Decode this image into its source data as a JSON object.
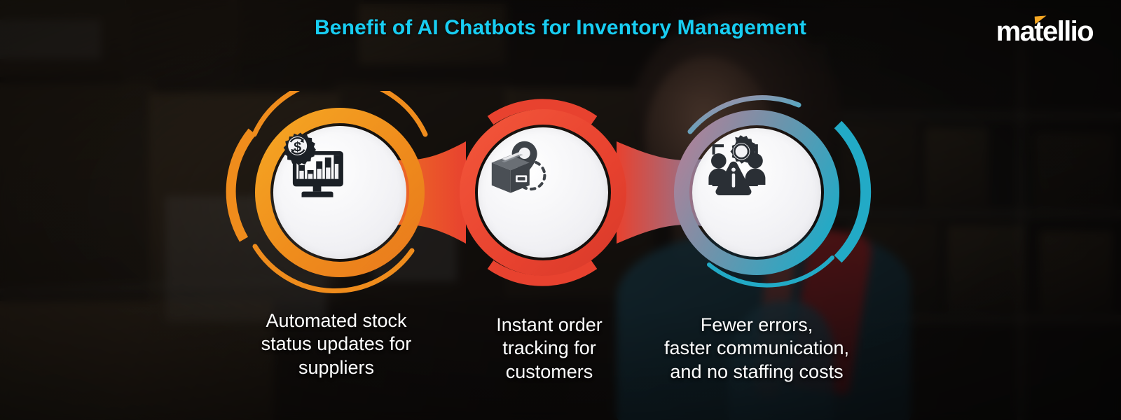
{
  "header": {
    "title": "Benefit of AI Chatbots for Inventory Management",
    "title_color": "#18cdf2",
    "logo_text": "matellio",
    "logo_accent_color": "#f5a623"
  },
  "background": {
    "scene": "dark-warehouse-shelves-with-cardboard-boxes-and-worker",
    "base_color": "#15110e"
  },
  "steps": [
    {
      "index": 1,
      "icon": "stock-analytics-monitor-icon",
      "icon_description": "computer monitor with bar chart and gear containing dollar sign",
      "ring_color": "#ef8c1c",
      "ring_color_secondary": "#f5a623",
      "arc_positions": "top-right-and-left",
      "caption": "Automated stock\nstatus updates for\nsuppliers"
    },
    {
      "index": 2,
      "icon": "order-tracking-package-icon",
      "icon_description": "cardboard package box with location pin and dashed tracking route",
      "ring_color": "#e8422f",
      "ring_color_secondary": "#f2563a",
      "arc_positions": "top-and-bottom",
      "caption": "Instant order\ntracking for\ncustomers"
    },
    {
      "index": 3,
      "icon": "team-alert-gear-icon",
      "icon_description": "two people with gear above and warning triangle with information mark",
      "ring_color": "#22aac6",
      "ring_color_secondary": "#a37f96",
      "arc_positions": "top-left-and-right",
      "caption": "Fewer errors,\nfaster communication,\nand no staffing costs"
    }
  ],
  "connectors": [
    {
      "from": 1,
      "to": 2,
      "gradient_from": "#ef8c1c",
      "gradient_to": "#e8422f"
    },
    {
      "from": 2,
      "to": 3,
      "gradient_from": "#e8422f",
      "gradient_to": "#22aac6"
    }
  ]
}
